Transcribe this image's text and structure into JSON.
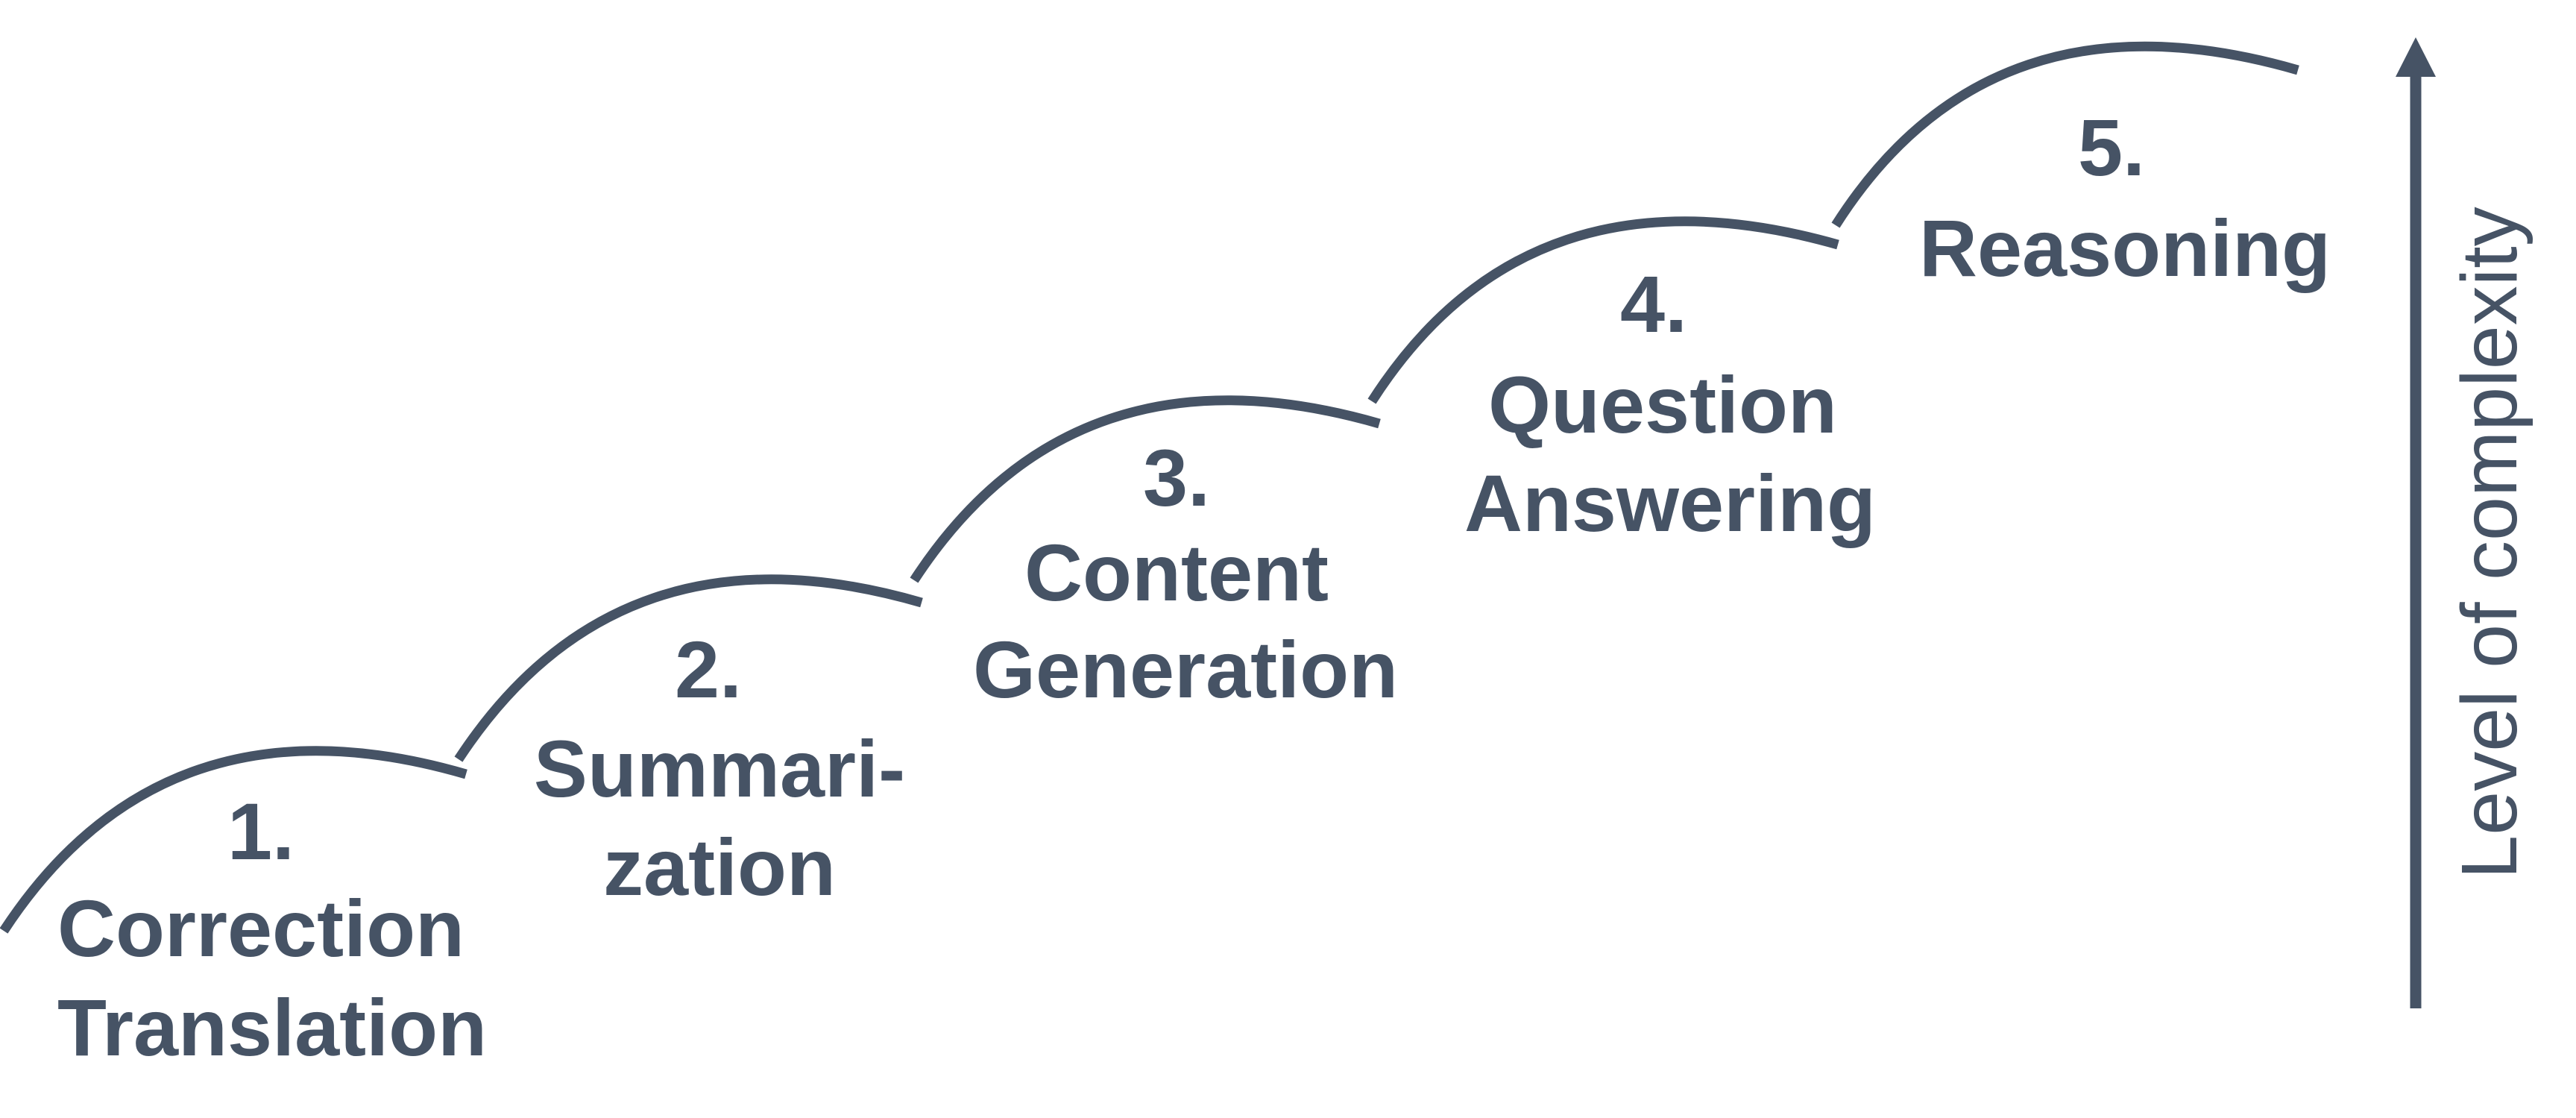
{
  "colors": {
    "ink": "#465365",
    "background": "#ffffff"
  },
  "steps": [
    {
      "number": "1.",
      "lines": [
        "Correction",
        "Translation"
      ]
    },
    {
      "number": "2.",
      "lines": [
        "Summari-",
        "zation"
      ]
    },
    {
      "number": "3.",
      "lines": [
        "Content",
        "Generation"
      ]
    },
    {
      "number": "4.",
      "lines": [
        "Question",
        "Answering"
      ]
    },
    {
      "number": "5.",
      "lines": [
        "Reasoning"
      ]
    }
  ],
  "axis": {
    "label": "Level of complexity"
  }
}
